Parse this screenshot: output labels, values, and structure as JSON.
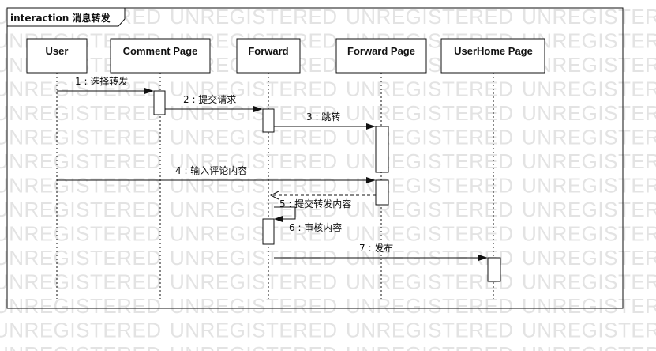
{
  "frame": {
    "title": "interaction 消息转发"
  },
  "watermark": "UNREGISTERED",
  "lifelines": [
    {
      "id": "user",
      "label": "User"
    },
    {
      "id": "comment",
      "label": "Comment Page"
    },
    {
      "id": "forward",
      "label": "Forward"
    },
    {
      "id": "fwdpage",
      "label": "Forward Page"
    },
    {
      "id": "userhome",
      "label": "UserHome Page"
    }
  ],
  "messages": [
    {
      "label": "1 : 选择转发",
      "from": "user",
      "to": "comment",
      "kind": "sync"
    },
    {
      "label": "2 : 提交请求",
      "from": "comment",
      "to": "forward",
      "kind": "sync"
    },
    {
      "label": "3 : 跳转",
      "from": "forward",
      "to": "fwdpage",
      "kind": "sync"
    },
    {
      "label": "4 : 输入评论内容",
      "from": "user",
      "to": "fwdpage",
      "kind": "sync"
    },
    {
      "label": "5 : 提交转发内容",
      "from": "fwdpage",
      "to": "forward",
      "kind": "return"
    },
    {
      "label": "6 : 审核内容",
      "from": "forward",
      "to": "forward",
      "kind": "self"
    },
    {
      "label": "7 : 发布",
      "from": "forward",
      "to": "userhome",
      "kind": "sync"
    }
  ],
  "colors": {
    "line": "#111111",
    "watermark": "#e3e3e3",
    "box_fill": "#ffffff"
  }
}
